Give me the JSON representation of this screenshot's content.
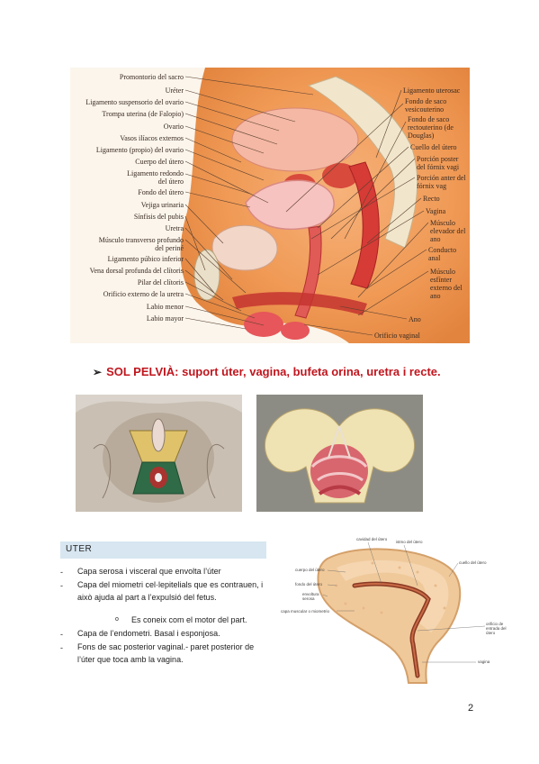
{
  "figure_main": {
    "labels_left": [
      "Promontorio del sacro",
      "Uréter",
      "Ligamento suspensorio del ovario",
      "Trompa uterina (de Falopio)",
      "Ovario",
      "Vasos ilíacos externos",
      "Ligamento (propio) del ovario",
      "Cuerpo del útero",
      "Ligamento redondo del útero",
      "Fondo del útero",
      "Vejiga urinaria",
      "Sínfisis del pubis",
      "Uretra",
      "Músculo transverso profundo del periné",
      "Ligamento púbico inferior",
      "Vena dorsal profunda del clítoris",
      "Pilar del clítoris",
      "Orificio externo de la uretra",
      "Labio menor",
      "Labio mayor"
    ],
    "labels_right": [
      "Ligamento uterosac",
      "Fondo de saco vesicouterino",
      "Fondo de saco rectouterino (de Douglas)",
      "Cuello del útero",
      "Porción poster del fórnix vagi",
      "Porción anter del fórnix vag",
      "Recto",
      "Vagina",
      "Músculo elevador del ano",
      "Conducto anal",
      "Músculo esfínter externo del ano",
      "Ano",
      "Orificio vaginal"
    ]
  },
  "heading": {
    "arrow": "➢",
    "text": "SOL PELVIÀ: suport úter, vagina, bufeta orina, uretra i recte."
  },
  "uter": {
    "title": "UTER",
    "bullets": [
      "Capa serosa i visceral que envolta l’úter",
      "Capa del miometri cel·lepitelials que es contrauen, i això ajuda al part a l’expulsió del fetus.",
      "Capa de l’endometri. Basal i esponjosa.",
      "Fons de sac posterior vaginal.- paret posterior de l’úter que toca amb la vagina."
    ],
    "sub_bullet": "Es coneix com el motor del part."
  },
  "figure_uterus": {
    "labels": [
      "cavidad del útero",
      "istmo del útero",
      "cuello del útero",
      "cuerpo del útero",
      "fondo del útero",
      "envoltura serosa",
      "capa muscular o miometrio",
      "orificio de entrada del útero",
      "vagina"
    ]
  },
  "page": {
    "number": "2"
  }
}
